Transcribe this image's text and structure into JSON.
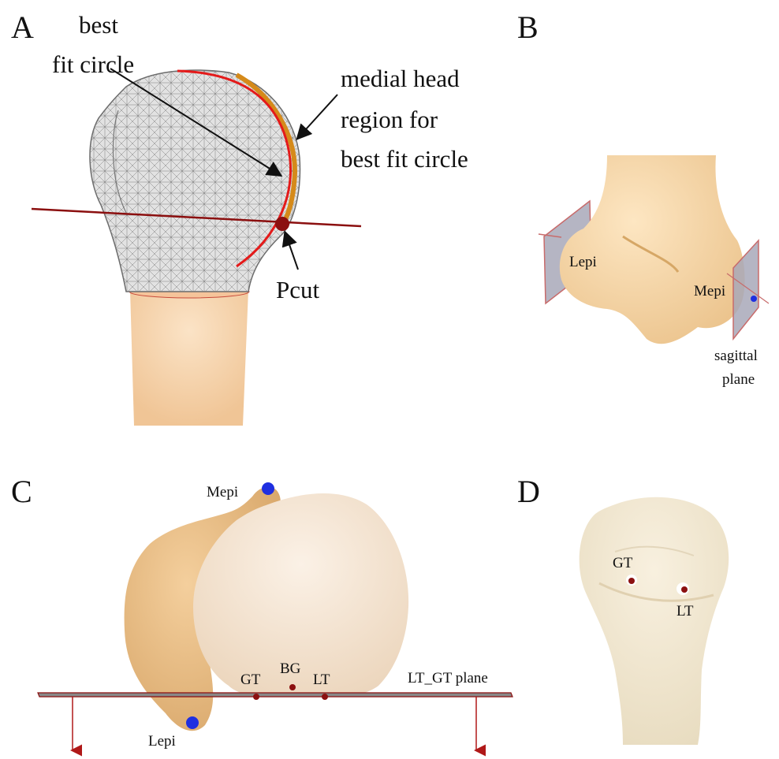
{
  "panels": {
    "a": {
      "letter": "A",
      "label_best": "best",
      "label_fit_circle": "fit circle",
      "label_medial_1": "medial head",
      "label_medial_2": "region for",
      "label_medial_3": "best fit circle",
      "label_pcut": "Pcut"
    },
    "b": {
      "letter": "B",
      "label_lepi": "Lepi",
      "label_mepi": "Mepi",
      "label_sagittal_1": "sagittal",
      "label_sagittal_2": "plane"
    },
    "c": {
      "letter": "C",
      "label_mepi": "Mepi",
      "label_lepi": "Lepi",
      "label_gt": "GT",
      "label_bg": "BG",
      "label_lt": "LT",
      "label_plane": "LT_GT plane"
    },
    "d": {
      "letter": "D",
      "label_gt": "GT",
      "label_lt": "LT"
    }
  },
  "colors": {
    "bone": "#f7d2a8",
    "bone_light": "#f3e6d4",
    "bone_tan": "#ebc08f",
    "bone_beige": "#efe4cc",
    "mesh": "#8a8a8a",
    "fit_circle": "#e41a1a",
    "medial_region": "#d58a1a",
    "cut_line": "#8b0f0f",
    "landmark_blue": "#1f2fe0",
    "landmark_red": "#8b1010",
    "plane": "#a8a8b8"
  }
}
